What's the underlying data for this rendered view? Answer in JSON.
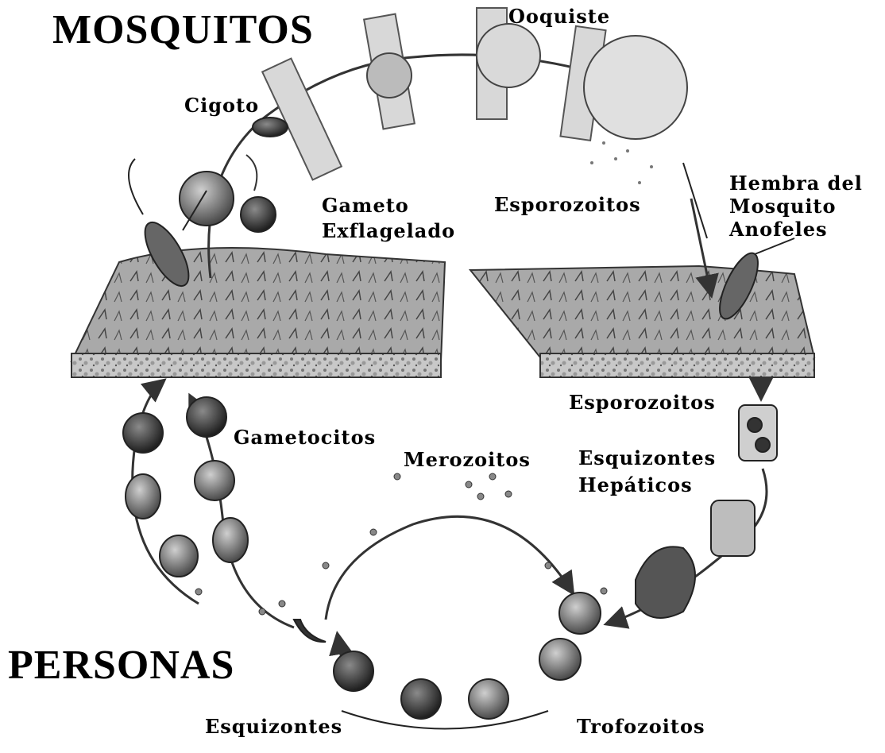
{
  "diagram": {
    "sections": {
      "mosquitoes": "MOSQUITOS",
      "people": "PERSONAS"
    },
    "stages": {
      "oocyst": "Ooquiste",
      "zygote": "Cigoto",
      "female_line1": "Hembra del",
      "female_line2": "Mosquito",
      "female_line3": "Anofeles",
      "sporozoites_mosquito": "Esporozoitos",
      "gamete_line1": "Gameto",
      "gamete_line2": "Exflagelado",
      "sporozoites_human": "Esporozoitos",
      "gametocytes": "Gametocitos",
      "merozoites": "Merozoitos",
      "hepatic_line1": "Esquizontes",
      "hepatic_line2": "Hepáticos",
      "schizonts": "Esquizontes",
      "trophozoites": "Trofozoitos"
    },
    "colors": {
      "ink": "#000000",
      "tissue": "#9a9a9a",
      "tissue_dark": "#555555",
      "cell": "#6f6f6f",
      "background": "#ffffff"
    }
  }
}
